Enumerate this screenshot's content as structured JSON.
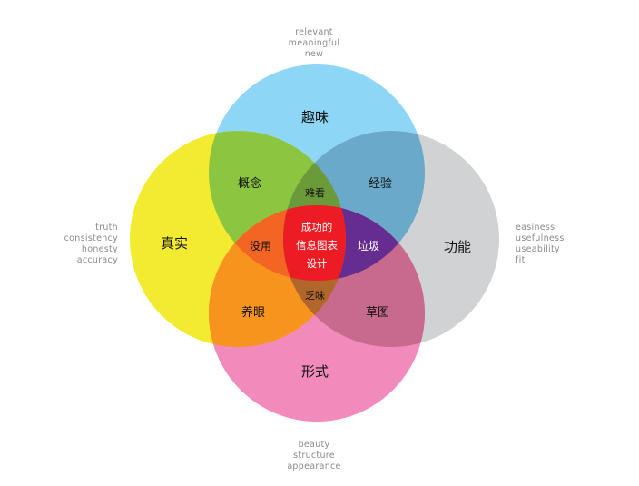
{
  "circles": {
    "top": {
      "label": "趣味",
      "color": "#8dd6f5"
    },
    "left": {
      "label": "真实",
      "color": "#f2eb30"
    },
    "right": {
      "label": "功能",
      "color": "#d1d2d4"
    },
    "bottom": {
      "label": "形式",
      "color": "#f28bbb"
    }
  },
  "overlaps": {
    "top_left": {
      "label": "概念",
      "color": "#8cc641"
    },
    "top_right": {
      "label": "经验",
      "color": "#6aa9c9"
    },
    "left_bottom": {
      "label": "养眼",
      "color": "#f7941d"
    },
    "right_bottom": {
      "label": "草图",
      "color": "#c86a8e"
    },
    "top_left_right": {
      "label": "难看",
      "color": "#6b9a3a"
    },
    "top_left_bottom": {
      "label": "没用",
      "color": "#f26522"
    },
    "top_right_bottom": {
      "label": "垃圾",
      "color": "#662d91"
    },
    "left_right_bottom": {
      "label": "乏味",
      "color": "#b1662a"
    },
    "center": {
      "lines": [
        "成功的",
        "信息图表",
        "设计"
      ],
      "color": "#ed1c24"
    }
  },
  "outer_labels": {
    "top": [
      "relevant",
      "meaningful",
      "new"
    ],
    "left": [
      "truth",
      "consistency",
      "honesty",
      "accuracy"
    ],
    "right": [
      "easiness",
      "usefulness",
      "useability",
      "fit"
    ],
    "bottom": [
      "beauty",
      "structure",
      "appearance"
    ]
  }
}
